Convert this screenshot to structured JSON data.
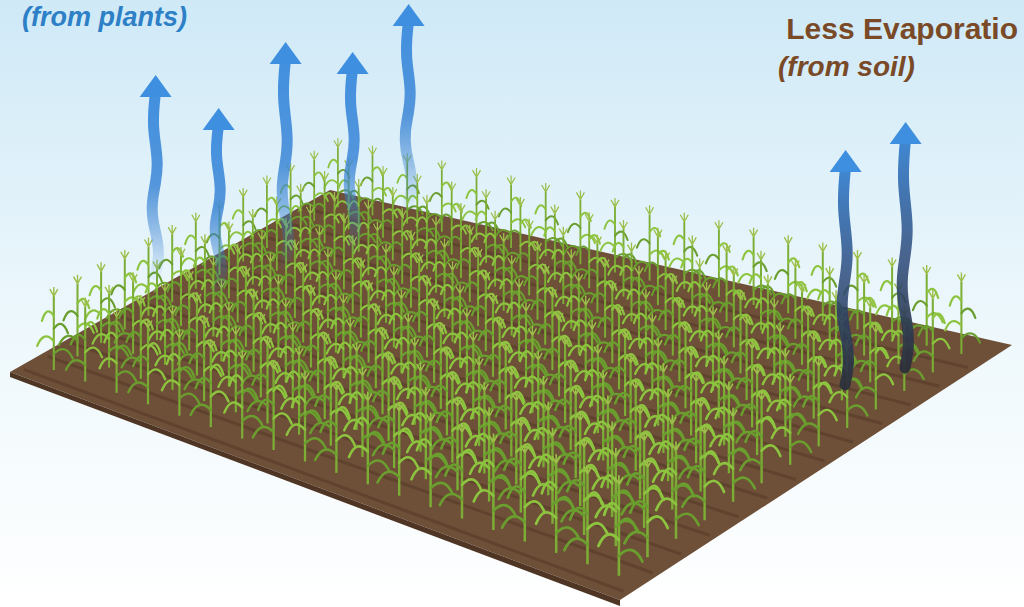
{
  "diagram": {
    "labels": [
      "(from plants)",
      "Less Evaporatio",
      "(from soil)"
    ]
  }
}
